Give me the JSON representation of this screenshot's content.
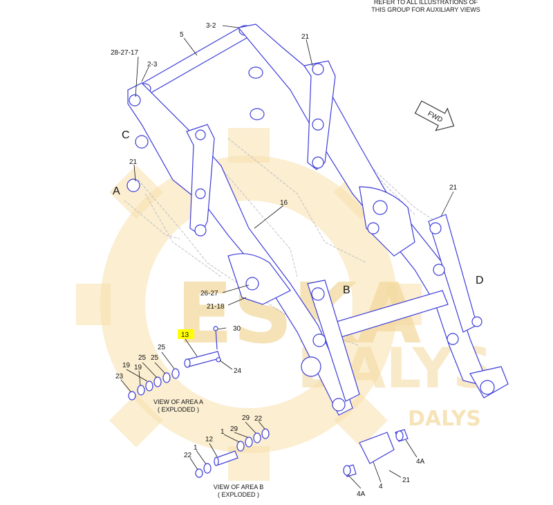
{
  "header_note": {
    "line1": "REFER TO ALL ILLUSTRATIONS OF",
    "line2": "THIS GROUP FOR AUXILIARY VIEWS"
  },
  "fwd_label": "FWD",
  "area_labels": {
    "a": "A",
    "b": "B",
    "c": "C",
    "d": "D"
  },
  "watermark": {
    "line1": "ESKA",
    "line2": "DALYS",
    "line3": "DALYS"
  },
  "callouts": {
    "c_3_2": "3-2",
    "c_5": "5",
    "c_28_27_17": "28-27-17",
    "c_2_3": "2-3",
    "c_21_top": "21",
    "c_21_left": "21",
    "c_21_right": "21",
    "c_16": "16",
    "c_26_27": "26-27",
    "c_21_18": "21-18",
    "c_30": "30",
    "c_13": "13",
    "c_24": "24",
    "c_25a": "25",
    "c_25b": "25",
    "c_25c": "25",
    "c_19a": "19",
    "c_19b": "19",
    "c_23": "23",
    "c_12": "12",
    "c_1a": "1",
    "c_1b": "1",
    "c_29a": "29",
    "c_29b": "29",
    "c_22a": "22",
    "c_22b": "22",
    "c_4a_right": "4A",
    "c_4a_bottom": "4A",
    "c_4": "4",
    "c_21_bottom": "21"
  },
  "captions": {
    "area_a_1": "VIEW OF AREA A",
    "area_a_2": "( EXPLODED )",
    "area_b_1": "VIEW OF AREA B",
    "area_b_2": "( EXPLODED )"
  },
  "colors": {
    "part_line": "#3b3bd9",
    "highlight": "#ffff00",
    "watermark": "#f6dca2"
  }
}
